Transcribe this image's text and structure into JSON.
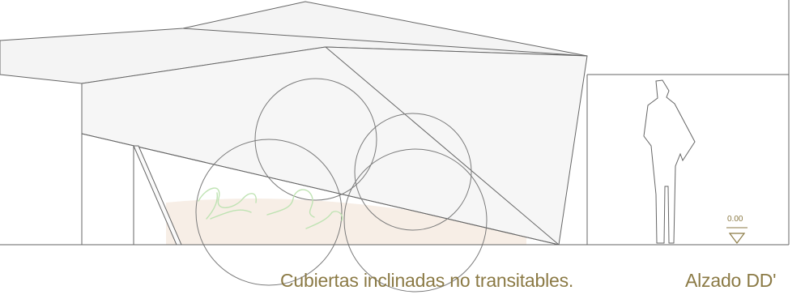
{
  "drawing": {
    "caption": "Cubiertas inclinadas no transitables.",
    "view_label": "Alzado DD'",
    "level_marker": "0.00",
    "colors": {
      "line": "#666666",
      "roof_fill": "#f4f4f4",
      "ground_tint": "#f7eee6",
      "vegetation": "#bfe3b3",
      "caption": "#8b7a45",
      "level_marker": "#8b7a45"
    },
    "icons": [
      "human-figure-icon",
      "level-triangle-icon"
    ]
  }
}
